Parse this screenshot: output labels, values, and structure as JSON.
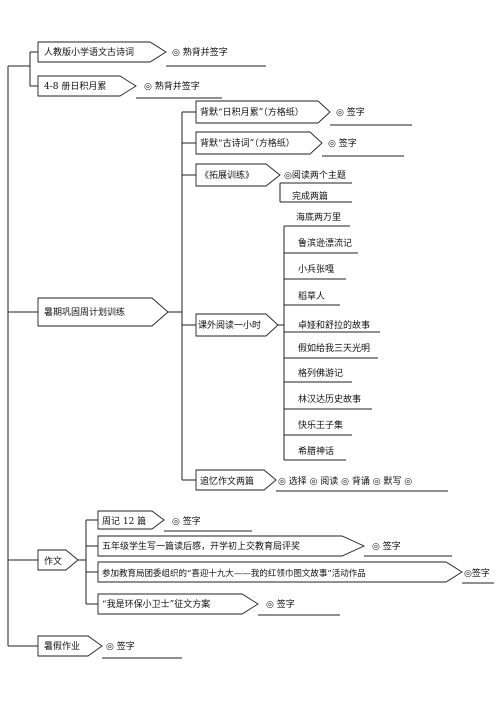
{
  "colors": {
    "line": "#222222",
    "text": "#111111",
    "background": "#ffffff"
  },
  "nodes": {
    "textbook_poems": {
      "label": "人教版小学语文古诗词",
      "note": "◎  熟背并签字"
    },
    "daily_phrases": {
      "label": "4-8 册日积月累",
      "note": "◎  熟背并签字"
    },
    "summer_plan": {
      "label": "暑期巩固周计划训练",
      "children": {
        "recite_phrases": {
          "label": "背默“日积月累”（方格纸）",
          "note": "◎  签字"
        },
        "recite_poems": {
          "label": "背默“古诗词”（方格纸）",
          "note": "◎  签字"
        },
        "extension": {
          "label": "《拓展训练》",
          "note": "◎阅读两个主题",
          "note2": "完成两篇"
        },
        "reading_hour": {
          "label": "课外阅读一小时",
          "books": [
            "海底两万里",
            "鲁滨逊漂流记",
            "小兵张嘎",
            "稻草人",
            "卓娅和舒拉的故事",
            "假如给我三天光明",
            "格列佛游记",
            "林汉达历史故事",
            "快乐王子集",
            "希腊神话"
          ]
        },
        "memory_essays": {
          "label": "追忆作文两篇",
          "note": "◎  选择  ◎  阅读  ◎  背诵    ◎  默写  ◎"
        }
      }
    },
    "composition": {
      "label": "作文",
      "children": {
        "weekly_diary": {
          "label": "周记 12 篇",
          "note": "◎  签字"
        },
        "reflection": {
          "label": "五年级学生写一篇读后感，开学初上交教育局评奖",
          "note": "◎  签字"
        },
        "contest": {
          "label": "参加教育局团委组织的“喜迎十九大——我的红领巾图文故事”活动作品",
          "note": "◎签字"
        },
        "eco_guard": {
          "label": "“我是环保小卫士”征文方案",
          "note": "◎  签字"
        }
      }
    },
    "summer_homework": {
      "label": "暑假作业",
      "note": "◎  签字"
    }
  }
}
